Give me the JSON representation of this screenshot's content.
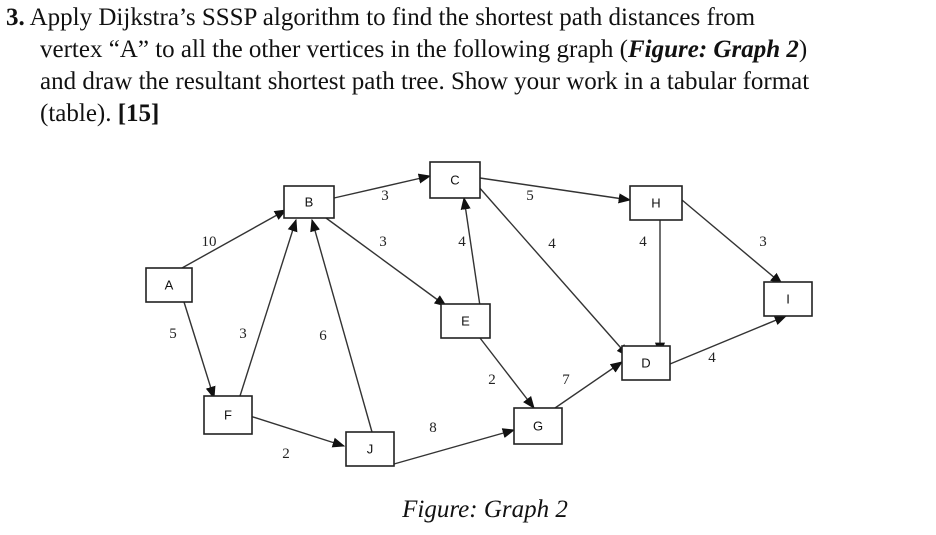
{
  "question": {
    "number": "3.",
    "line1": "Apply Dijkstra’s SSSP algorithm to find the shortest path distances from",
    "line2a": "vertex “A” to all the other vertices in the following graph (",
    "line2b": "Figure: Graph 2",
    "line2c": ")",
    "line3": "and draw the resultant shortest path tree. Show your work in a tabular format",
    "line4a": "(table).",
    "marks": "[15]"
  },
  "graph": {
    "nodes": [
      {
        "id": "A",
        "label": "A"
      },
      {
        "id": "B",
        "label": "B"
      },
      {
        "id": "C",
        "label": "C"
      },
      {
        "id": "E",
        "label": "E"
      },
      {
        "id": "H",
        "label": "H"
      },
      {
        "id": "I",
        "label": "I"
      },
      {
        "id": "D",
        "label": "D"
      },
      {
        "id": "G",
        "label": "G"
      },
      {
        "id": "F",
        "label": "F"
      },
      {
        "id": "J",
        "label": "J"
      }
    ],
    "edges": [
      {
        "from": "A",
        "to": "B",
        "weight": "10"
      },
      {
        "from": "A",
        "to": "F",
        "weight": "5"
      },
      {
        "from": "F",
        "to": "B",
        "weight": "3"
      },
      {
        "from": "J",
        "to": "B",
        "weight": "6"
      },
      {
        "from": "F",
        "to": "J",
        "weight": "2"
      },
      {
        "from": "B",
        "to": "C",
        "weight": "3"
      },
      {
        "from": "B",
        "to": "E",
        "weight": "3"
      },
      {
        "from": "E",
        "to": "C",
        "weight": "4"
      },
      {
        "from": "C",
        "to": "H",
        "weight": "5"
      },
      {
        "from": "C",
        "to": "D",
        "weight": "4"
      },
      {
        "from": "H",
        "to": "D",
        "weight": "4"
      },
      {
        "from": "H",
        "to": "I",
        "weight": "3"
      },
      {
        "from": "D",
        "to": "I",
        "weight": "4"
      },
      {
        "from": "E",
        "to": "G",
        "weight": "2"
      },
      {
        "from": "G",
        "to": "D",
        "weight": "7"
      },
      {
        "from": "J",
        "to": "G",
        "weight": "8"
      }
    ]
  },
  "caption": "Figure: Graph 2"
}
